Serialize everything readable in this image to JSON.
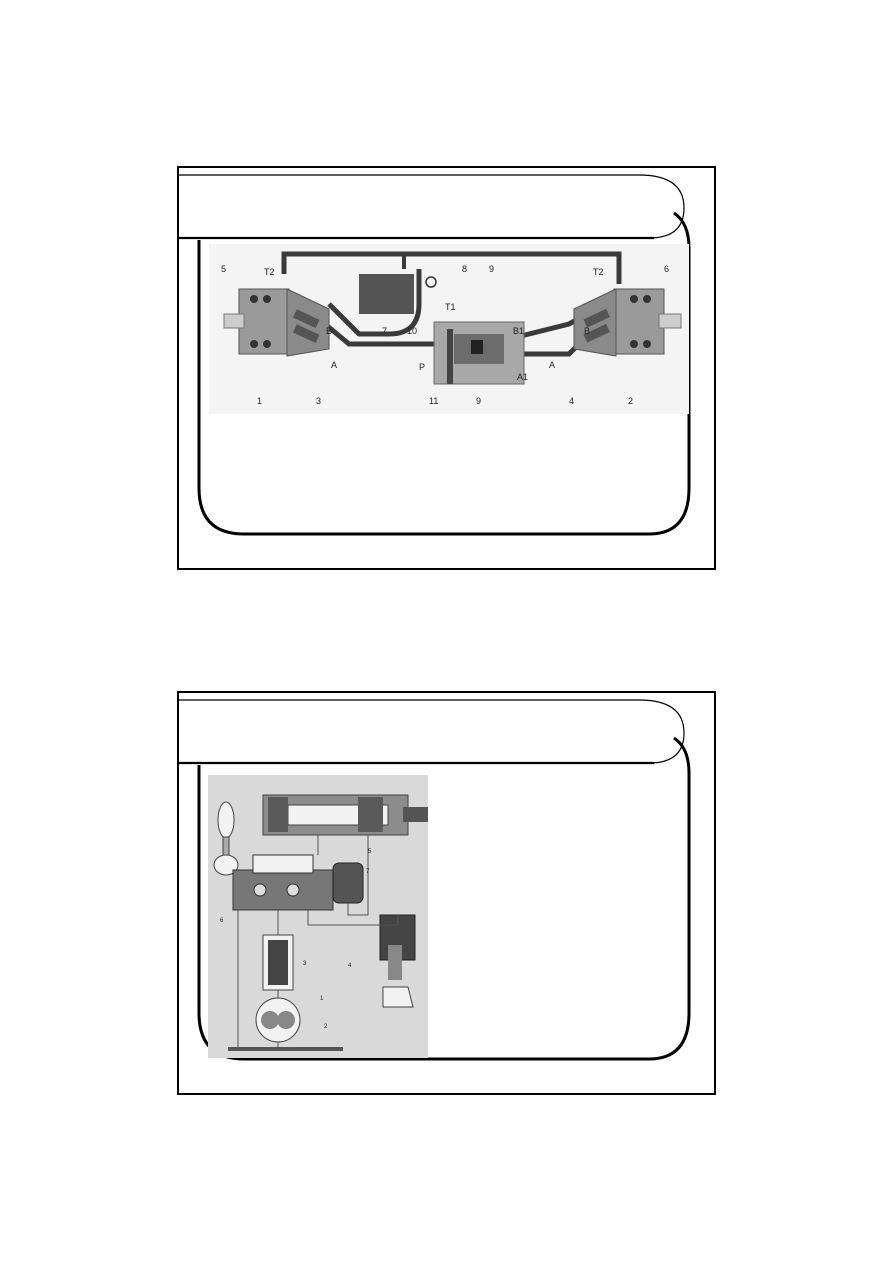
{
  "slides": [
    {
      "title": "",
      "figure": "hydraulic-transmission-diagram",
      "callouts": [
        "5",
        "T2",
        "8",
        "9",
        "T2",
        "6",
        "7",
        "10",
        "T1",
        "B",
        "B1",
        "B",
        "A",
        "P",
        "A1",
        "A",
        "1",
        "3",
        "11",
        "9",
        "4",
        "2"
      ]
    },
    {
      "title": "",
      "figure": "hydraulic-control-circuit-diagram",
      "callouts": [
        "5",
        "7",
        "6",
        "3",
        "4",
        "1",
        "2"
      ]
    }
  ],
  "colors": {
    "pipe": "#3a3a3a",
    "body": "#9a9a9a",
    "panel": "#d9d9d9",
    "frame": "#000000"
  }
}
